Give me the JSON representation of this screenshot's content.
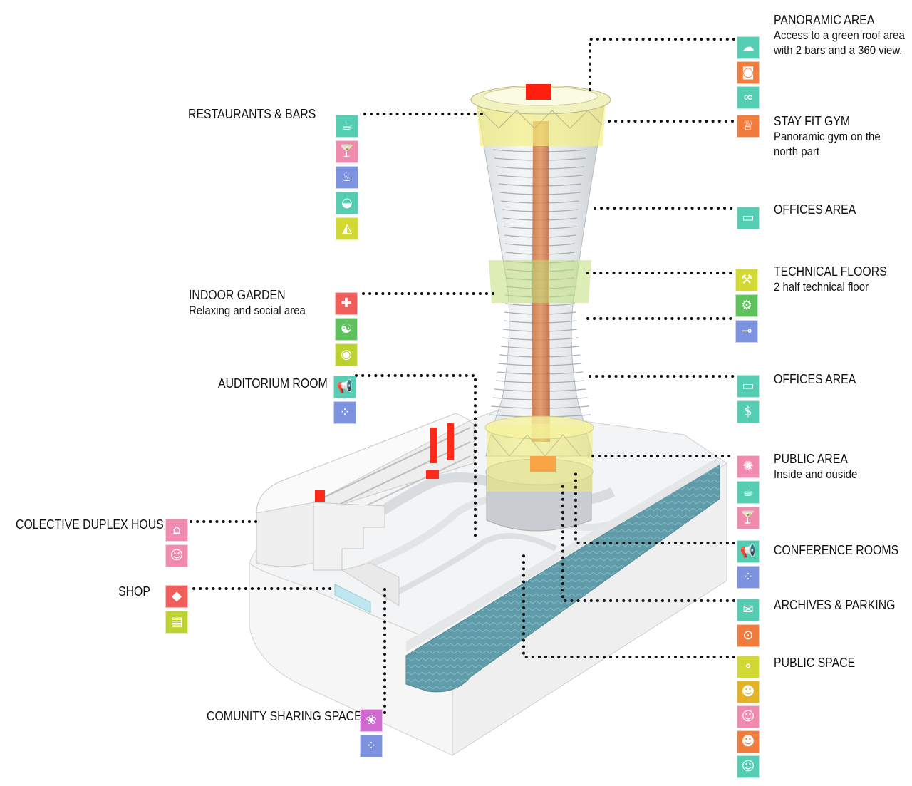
{
  "colors": {
    "teal": "#54CDB3",
    "pink": "#F08AAE",
    "blue": "#7D93E0",
    "yellow": "#D2D834",
    "red": "#EF5E5A",
    "green": "#5FC15C",
    "lime": "#BBD231",
    "orange": "#F07D3D",
    "gold": "#E3B227",
    "magenta": "#D06AD0",
    "dotted_line": "#111111",
    "tower_glass": "#e8ecef",
    "core_red": "#ff2a1a",
    "yellow_band": "#f2f070",
    "green_band": "#bfe07a",
    "water": "#5c9aa6"
  },
  "labels": {
    "panoramic": {
      "title": "PANORAMIC AREA",
      "line1": "Access to a green roof area",
      "line2": "with 2 bars and a 360 view."
    },
    "restaurants": {
      "title": "RESTAURANTS & BARS"
    },
    "gym": {
      "title": "STAY FIT GYM",
      "line1": "Panoramic gym on the",
      "line2": "north part"
    },
    "offices1": {
      "title": "OFFICES AREA"
    },
    "technical": {
      "title": "TECHNICAL FLOORS",
      "line1": "2 half technical floor"
    },
    "garden": {
      "title": "INDOOR GARDEN",
      "line1": "Relaxing and social area"
    },
    "auditorium": {
      "title": "AUDITORIUM ROOM"
    },
    "offices2": {
      "title": "OFFICES AREA"
    },
    "public_area": {
      "title": "PUBLIC AREA",
      "line1": "Inside and ouside"
    },
    "duplex": {
      "title": "COLECTIVE DUPLEX HOUSE"
    },
    "conference": {
      "title": "CONFERENCE ROOMS"
    },
    "shop": {
      "title": "SHOP"
    },
    "archives": {
      "title": "ARCHIVES & PARKING"
    },
    "public_space": {
      "title": "PUBLIC SPACE"
    },
    "community": {
      "title": "COMUNITY SHARING SPACE"
    }
  },
  "icons": {
    "panoramic": [
      {
        "name": "cloud-sun-icon",
        "color": "teal",
        "glyph": "☁"
      },
      {
        "name": "speaker-icon",
        "color": "orange",
        "glyph": "◙"
      },
      {
        "name": "binoculars-icon",
        "color": "teal",
        "glyph": "∞"
      }
    ],
    "restaurants": [
      {
        "name": "coffee-cup-icon",
        "color": "teal",
        "glyph": "☕"
      },
      {
        "name": "cocktail-icon",
        "color": "pink",
        "glyph": "🍸"
      },
      {
        "name": "dining-plate-icon",
        "color": "blue",
        "glyph": "♨"
      },
      {
        "name": "burger-icon",
        "color": "teal",
        "glyph": "◒"
      },
      {
        "name": "pizza-slice-icon",
        "color": "yellow",
        "glyph": "◭"
      }
    ],
    "gym": [
      {
        "name": "trophy-icon",
        "color": "orange",
        "glyph": "♕"
      }
    ],
    "offices1": [
      {
        "name": "monitor-icon",
        "color": "teal",
        "glyph": "▭"
      }
    ],
    "technical": [
      {
        "name": "wrench-icon",
        "color": "yellow",
        "glyph": "⚒"
      },
      {
        "name": "gear-icon",
        "color": "green",
        "glyph": "⚙"
      },
      {
        "name": "thermometer-icon",
        "color": "blue",
        "glyph": "⊸"
      }
    ],
    "garden": [
      {
        "name": "gamepad-icon",
        "color": "red",
        "glyph": "✚"
      },
      {
        "name": "yin-yang-icon",
        "color": "green",
        "glyph": "☯"
      },
      {
        "name": "eye-icon",
        "color": "lime",
        "glyph": "◉"
      }
    ],
    "auditorium": [
      {
        "name": "megaphone-icon",
        "color": "teal",
        "glyph": "📢"
      },
      {
        "name": "dots-network-icon",
        "color": "blue",
        "glyph": "⁘"
      }
    ],
    "offices2": [
      {
        "name": "monitor-icon",
        "color": "teal",
        "glyph": "▭"
      },
      {
        "name": "money-bag-icon",
        "color": "teal",
        "glyph": "$"
      }
    ],
    "public_area": [
      {
        "name": "cookie-icon",
        "color": "pink",
        "glyph": "✺"
      },
      {
        "name": "coffee-cup-icon",
        "color": "teal",
        "glyph": "☕"
      },
      {
        "name": "cocktail-icon",
        "color": "pink",
        "glyph": "🍸"
      }
    ],
    "duplex": [
      {
        "name": "house-icon",
        "color": "pink",
        "glyph": "⌂"
      },
      {
        "name": "person-couch-icon",
        "color": "pink",
        "glyph": "☺"
      }
    ],
    "conference": [
      {
        "name": "megaphone-icon",
        "color": "teal",
        "glyph": "📢"
      },
      {
        "name": "dots-network-icon",
        "color": "blue",
        "glyph": "⁘"
      }
    ],
    "shop": [
      {
        "name": "diamond-icon",
        "color": "red",
        "glyph": "◆"
      },
      {
        "name": "cash-register-icon",
        "color": "lime",
        "glyph": "▤"
      }
    ],
    "archives": [
      {
        "name": "envelope-icon",
        "color": "teal",
        "glyph": "✉"
      },
      {
        "name": "map-pin-icon",
        "color": "orange",
        "glyph": "⊙"
      }
    ],
    "public_space": [
      {
        "name": "balloons-icon",
        "color": "yellow",
        "glyph": "⚬"
      },
      {
        "name": "face-glasses-icon",
        "color": "gold",
        "glyph": "☻"
      },
      {
        "name": "face-child-icon",
        "color": "pink",
        "glyph": "☺"
      },
      {
        "name": "face-woman-icon",
        "color": "orange",
        "glyph": "☻"
      },
      {
        "name": "face-man-icon",
        "color": "teal",
        "glyph": "☺"
      }
    ],
    "community": [
      {
        "name": "umbrella-icon",
        "color": "magenta",
        "glyph": "❀"
      },
      {
        "name": "dots-network-icon",
        "color": "blue",
        "glyph": "⁘"
      }
    ]
  }
}
